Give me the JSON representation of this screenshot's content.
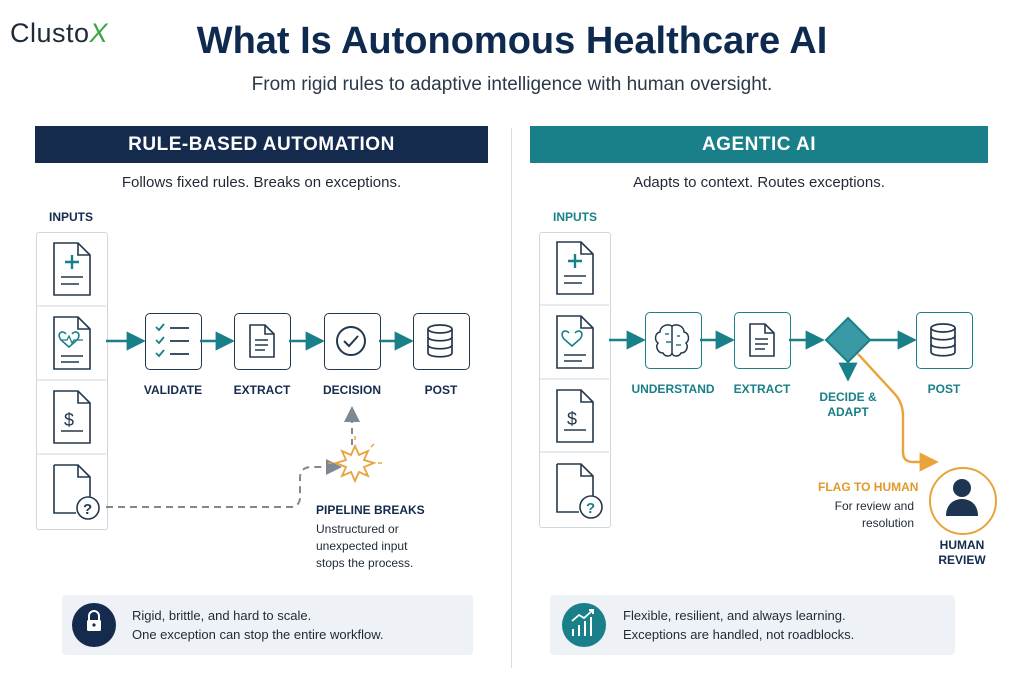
{
  "logo": {
    "text_main": "Clusto",
    "text_x": "X"
  },
  "header": {
    "title": "What Is Autonomous Healthcare AI",
    "subtitle": "From rigid rules to adaptive intelligence with human oversight."
  },
  "left": {
    "banner": "RULE-BASED AUTOMATION",
    "tagline": "Follows fixed rules. Breaks on exceptions.",
    "inputs_label": "INPUTS",
    "steps": [
      "VALIDATE",
      "EXTRACT",
      "DECISION",
      "POST"
    ],
    "break_title": "PIPELINE BREAKS",
    "break_text": [
      "Unstructured or",
      "unexpected input",
      "stops the process."
    ],
    "footer": [
      "Rigid, brittle, and hard to scale.",
      "One exception can stop the entire workflow."
    ]
  },
  "right": {
    "banner": "AGENTIC AI",
    "tagline": "Adapts to context. Routes exceptions.",
    "inputs_label": "INPUTS",
    "steps": [
      "UNDERSTAND",
      "EXTRACT",
      "DECIDE &",
      "ADAPT",
      "POST"
    ],
    "flag_title": "FLAG TO HUMAN",
    "flag_text": [
      "For review and",
      "resolution"
    ],
    "human_label": [
      "HUMAN",
      "REVIEW"
    ],
    "footer": [
      "Flexible, resilient, and always learning.",
      "Exceptions are handled, not roadblocks."
    ]
  },
  "colors": {
    "navy": "#142b4e",
    "teal": "#197f88",
    "orange": "#e8a33a",
    "gray_dash": "#7e8891"
  }
}
